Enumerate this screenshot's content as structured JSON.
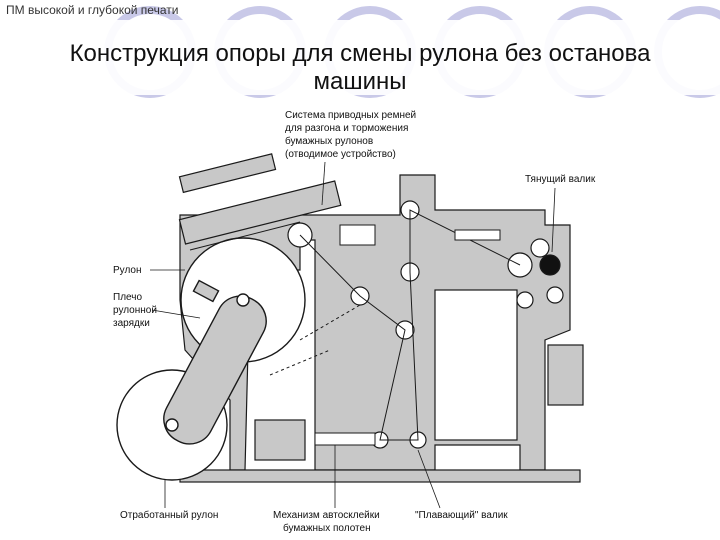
{
  "header": {
    "label": "ПМ высокой и глубокой печати"
  },
  "slide": {
    "title_line1": "Конструкция опоры для смены рулона без останова",
    "title_line2": "машины"
  },
  "diagram": {
    "labels": {
      "belt_system_1": "Система приводных ремней",
      "belt_system_2": "для разгона и торможения",
      "belt_system_3": "бумажных рулонов",
      "belt_system_4": "(отводимое устройство)",
      "pull_roller": "Тянущий валик",
      "roll": "Рулон",
      "arm_1": "Плечо",
      "arm_2": "рулонной",
      "arm_3": "зарядки",
      "spent_roll": "Отработанный рулон",
      "splice_1": "Механизм автосклейки",
      "splice_2": "бумажных полотен",
      "floating_roller": "\"Плавающий\" валик"
    }
  },
  "colors": {
    "machine": "#c8c8c8",
    "circle_outline": "#c9c9e8",
    "line": "#1a1a1a"
  }
}
